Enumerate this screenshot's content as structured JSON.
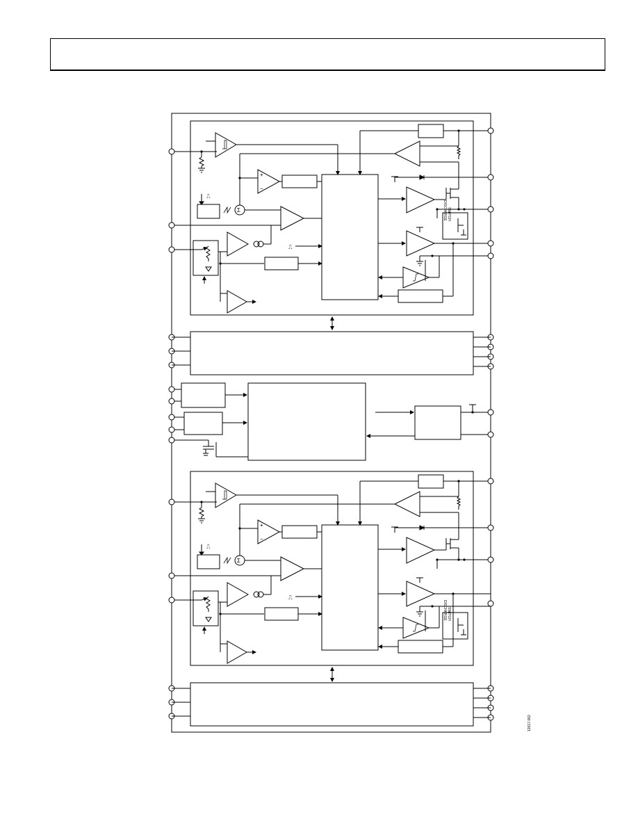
{
  "page": {
    "header_text": ""
  },
  "diagram": {
    "pulse_glyph": "⎍",
    "sawtooth_glyph": "⩘",
    "sum_glyph": "Σ",
    "discharge_switch_label": [
      "DISCHARGE",
      "SWITCH"
    ],
    "figure_id": "12617-002"
  }
}
